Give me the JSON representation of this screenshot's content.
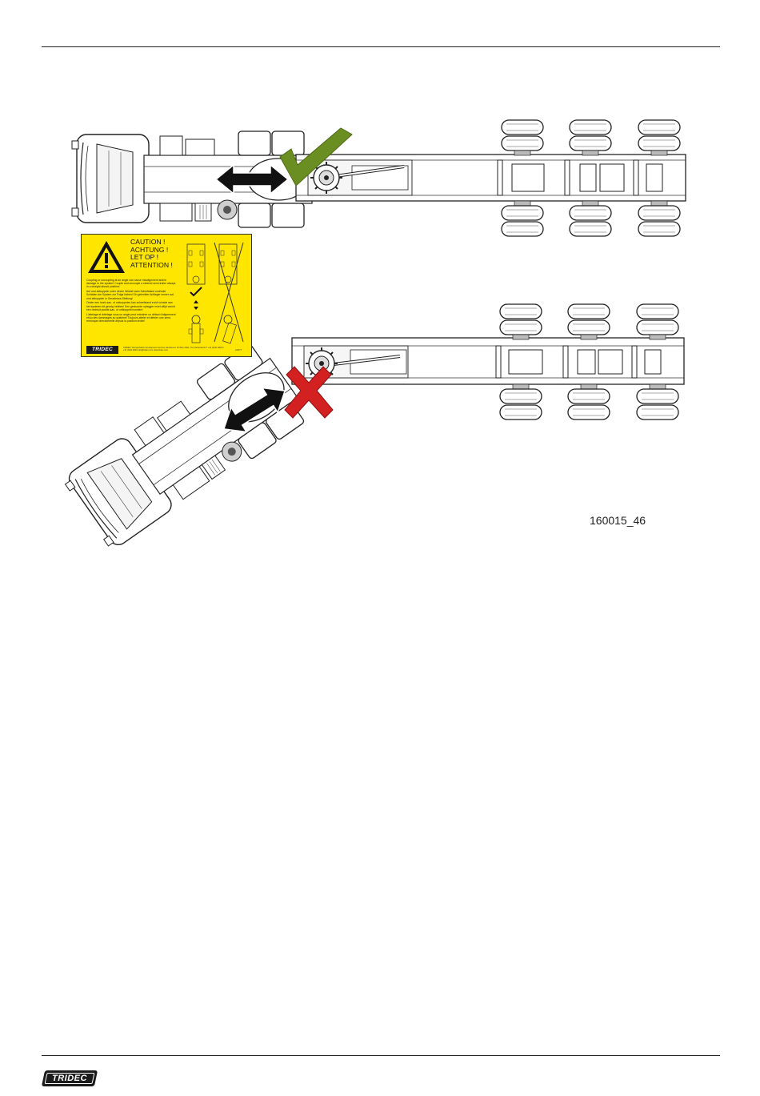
{
  "figure": {
    "id": "160015_46"
  },
  "caution_label": {
    "headings": [
      "CAUTION !",
      "ACHTUNG !",
      "LET OP !",
      "ATTENTION !"
    ],
    "paragraphs": [
      "Coupling or uncoupling at an angle can cause misalignment and/or damage to the system! Couple and uncouple a steered semi-trailer always in a straight ahead position!",
      "Auf und abkuppeln unter einem Winkel kann Schiefstand und/oder Schäden am System zur Folge haben! Ein gelenkter Auflieger immer auf- und abkuppeln in Geradeaus-Stellung!",
      "Onder een hoek aan- of ontkoppelen kan scheefstand en/of schade aan het systeem tot gevolg hebben! Een gestuurde oplegger moet altijd vanuit een rechtuit positie aan- of ontkoppeld worden!",
      "L'attelage et dételage sous un angle peut entraîner un défaut d'alignement et/ou des dommages au système! Toujours atteler et dételer une semi-remorque directionnelle depuis la position droite!"
    ],
    "logo": "TRIDEC",
    "footer_text": "TRIDEC    Transportation development and test, Eindhoven PO Box 2001, The Netherlands  T +31 (0)40 2900 F +31 (0)40 2920  info@tridec.com  www.tridec.com",
    "code": "L0077"
  },
  "footer": {
    "logo": "TRIDEC"
  },
  "colors": {
    "check": "#6b8e23",
    "cross": "#d32020",
    "label_bg": "#ffe600",
    "line": "#1a1a1a"
  }
}
